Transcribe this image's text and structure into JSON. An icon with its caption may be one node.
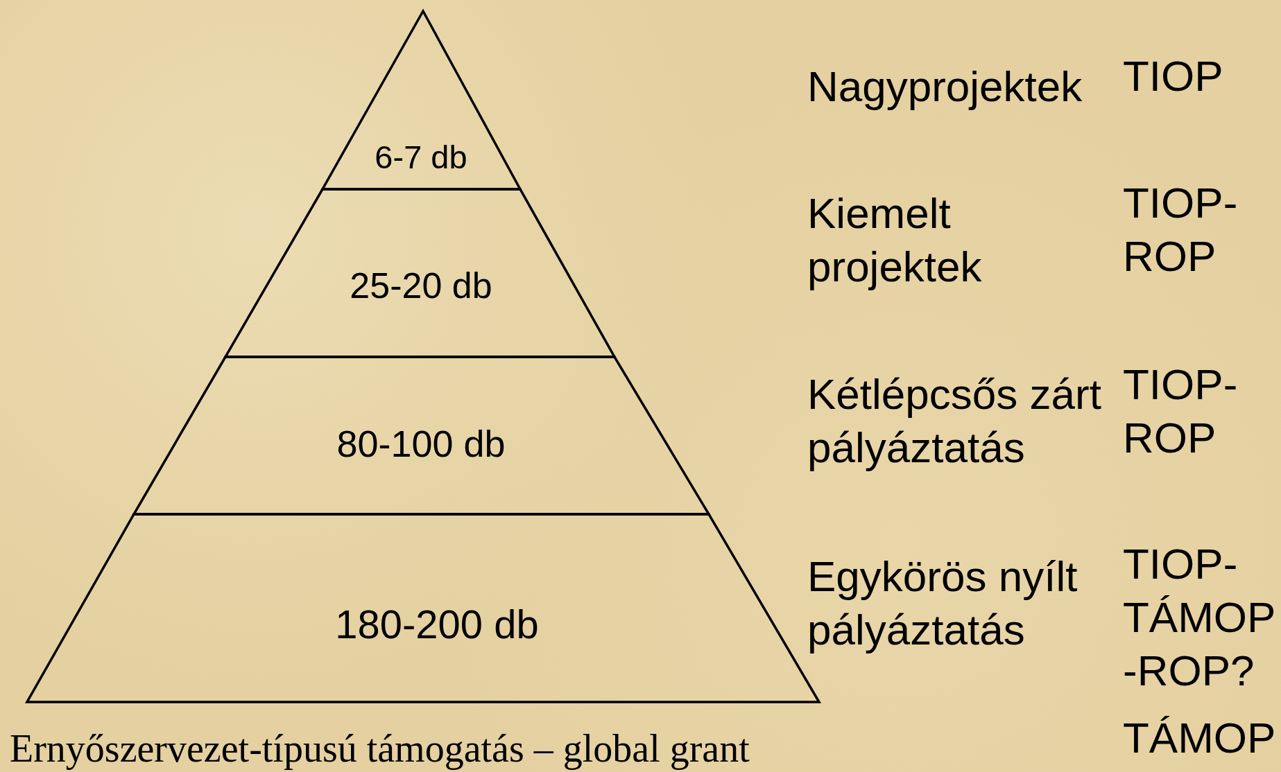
{
  "diagram": {
    "caption": "Ernyőszervezet-típusú támogatás – global grant",
    "nodes": [
      {
        "text": [
          "6-7 db"
        ]
      },
      {
        "text": [
          "25-20 db"
        ]
      },
      {
        "text": [
          "80-100 db"
        ]
      },
      {
        "text": [
          "180-200 db"
        ]
      }
    ],
    "labels": [
      "Nagyprojektek",
      "TIOP",
      "Kiemelt projektek",
      "TIOP-ROP",
      "Kétlépcsős zárt pályáztatás",
      "TIOP-ROP",
      "Egykörös nyílt pályáztatás",
      "TIOP-TÁMOP -ROP?",
      "TÁMOP"
    ]
  }
}
